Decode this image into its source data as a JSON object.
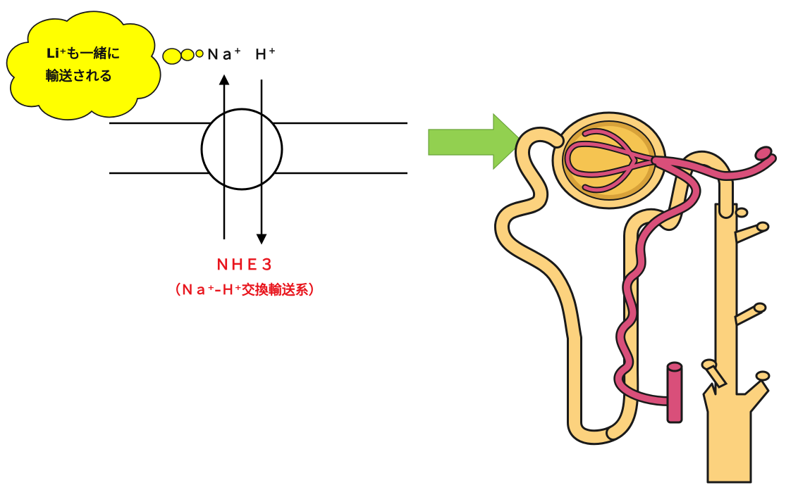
{
  "thought_bubble": {
    "line1": "Li⁺も一緒に",
    "line2": "輸送される",
    "fill_color": "#ffff00"
  },
  "ions": {
    "sodium": "Ｎａ",
    "sodium_charge": "+",
    "proton": "Ｈ",
    "proton_charge": "+"
  },
  "transporter": {
    "name": "ＮＨＥ３",
    "description": "（Ｎａ⁺–Ｈ⁺交換輸送系）",
    "label_color": "#e8141c"
  },
  "pointer_arrow_color": "#92d050",
  "nephron": {
    "tubule_color": "#fcd27e",
    "vessel_color": "#d94f7a",
    "outline_color": "#1a1a1a"
  }
}
